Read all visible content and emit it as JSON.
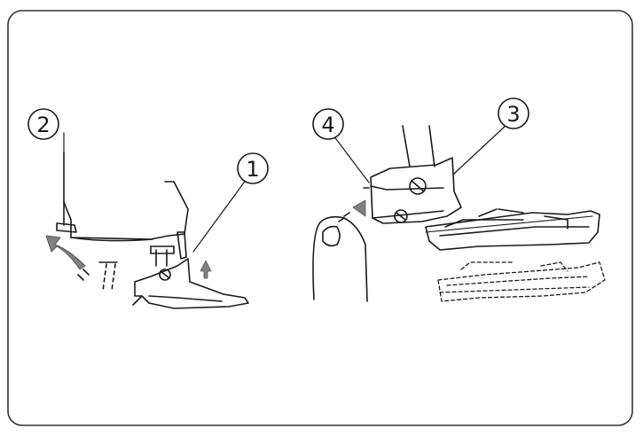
{
  "callouts": {
    "c1": "1",
    "c2": "2",
    "c3": "3",
    "c4": "4"
  },
  "colors": {
    "line": "#1a1a1a",
    "frame": "#333333",
    "arrow_fill": "#808080",
    "background": "#ffffff"
  },
  "icons": {
    "left_figure": "presser-foot-attach-icon",
    "right_figure": "presser-foot-release-icon",
    "lift_arrow": "curved-up-arrow-icon",
    "push_arrow": "push-arrow-icon",
    "finger": "fingertip-icon"
  }
}
